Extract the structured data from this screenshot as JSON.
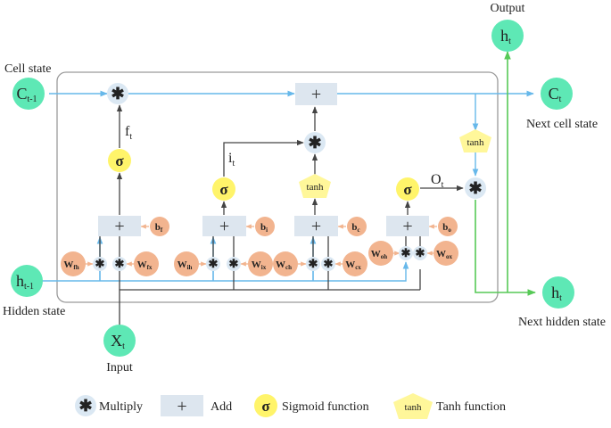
{
  "labels": {
    "output": "Output",
    "cell_state": "Cell state",
    "next_cell_state": "Next cell state",
    "hidden_state": "Hidden state",
    "next_hidden_state": "Next hidden state",
    "input": "Input"
  },
  "nodes": {
    "c_prev": {
      "main": "C",
      "sub": "t-1"
    },
    "c_next": {
      "main": "C",
      "sub": "t"
    },
    "h_prev": {
      "main": "h",
      "sub": "t-1"
    },
    "h_next": {
      "main": "h",
      "sub": "t"
    },
    "h_out": {
      "main": "h",
      "sub": "t"
    },
    "x_in": {
      "main": "X",
      "sub": "t"
    }
  },
  "gates": {
    "f": {
      "main": "f",
      "sub": "t"
    },
    "i": {
      "main": "i",
      "sub": "t"
    },
    "o": {
      "main": "O",
      "sub": "t"
    }
  },
  "symbols": {
    "multiply": "✱",
    "add": "+",
    "sigma": "σ",
    "tanh": "tanh"
  },
  "weights": {
    "wfh": {
      "main": "W",
      "sub": "fh"
    },
    "wfx": {
      "main": "W",
      "sub": "fx"
    },
    "wih": {
      "main": "W",
      "sub": "ih"
    },
    "wix": {
      "main": "W",
      "sub": "ix"
    },
    "wch": {
      "main": "W",
      "sub": "ch"
    },
    "wcx": {
      "main": "W",
      "sub": "cx"
    },
    "woh": {
      "main": "W",
      "sub": "oh"
    },
    "wox": {
      "main": "W",
      "sub": "ox"
    }
  },
  "biases": {
    "bf": {
      "main": "b",
      "sub": "f"
    },
    "bi": {
      "main": "b",
      "sub": "i"
    },
    "bc": {
      "main": "b",
      "sub": "c"
    },
    "bo": {
      "main": "b",
      "sub": "o"
    }
  },
  "legend": {
    "multiply": "Multiply",
    "add": "Add",
    "sigmoid": "Sigmoid function",
    "tanh": "Tanh function"
  },
  "colors": {
    "state_node": "#5ee8b5",
    "weight": "#f2b48f",
    "sigmoid": "#fff46a",
    "tanh": "#fff79a",
    "add_box": "#dde6ef",
    "multiply": "#dbe8f3",
    "cell_line": "#67b8ea",
    "hidden_line": "#57c957",
    "frame": "#9a9a9a"
  }
}
